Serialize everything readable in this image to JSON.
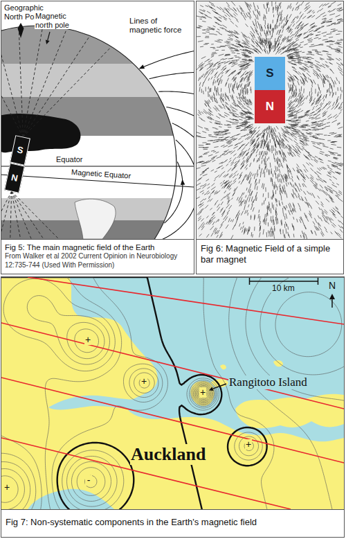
{
  "diagram": {
    "nodes": [
      {
        "text": [
          "S"
        ]
      },
      {
        "text": [
          "N"
        ]
      },
      {
        "text": [
          "Fig 5: The main magnetic field of the Earth",
          "From Walker et al 2002 Current Opinion in Neurobiology 12:735-744 (Used With Permission)"
        ]
      },
      {
        "text": [
          "S"
        ]
      },
      {
        "text": [
          "N"
        ]
      },
      {
        "text": [
          "Fig 6: Magnetic Field of a simple bar magnet"
        ]
      },
      {
        "text": [
          "Fig 7: Non-systematic components in the Earth's magnetic field"
        ]
      }
    ],
    "labels": [
      "Geographic North Pole",
      "Magnetic north pole",
      "Lines of magnetic force",
      "Equator",
      "Magnetic Equator",
      "10 km",
      "N",
      "Rangitoto Island",
      "Auckland",
      "+",
      "+",
      "+",
      "+",
      "+",
      "-"
    ]
  }
}
